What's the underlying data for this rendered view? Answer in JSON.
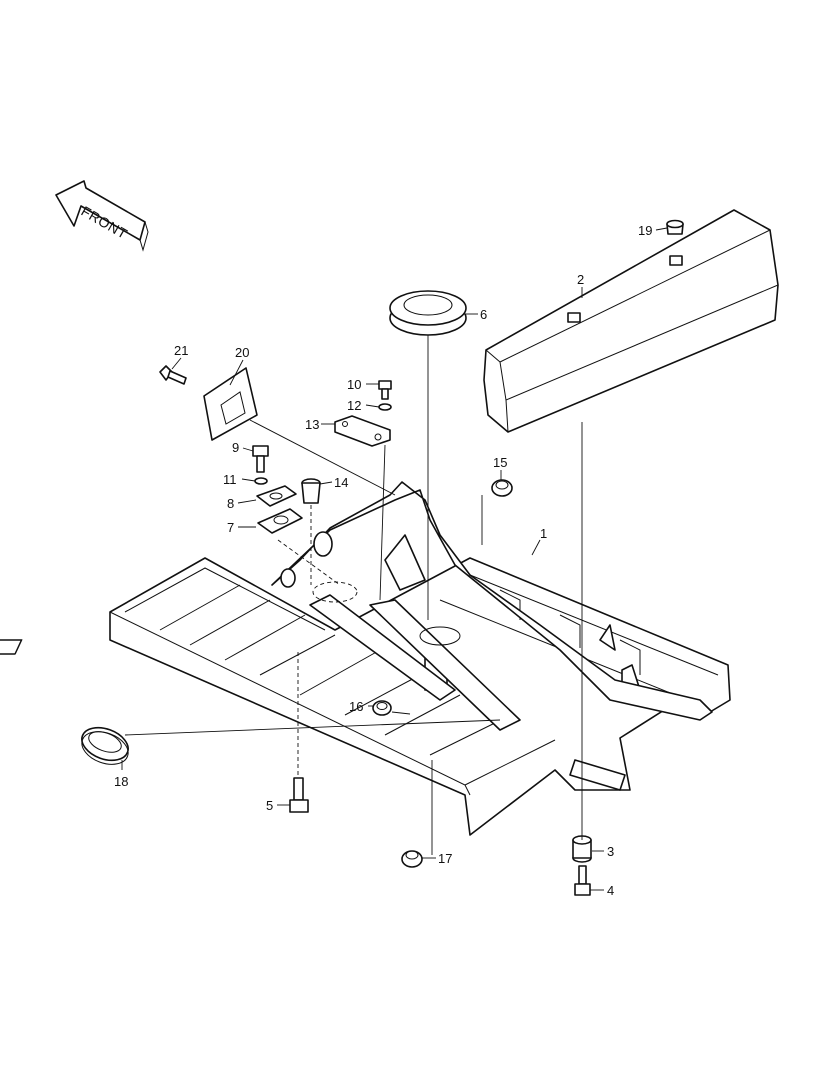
{
  "front_label": "FRONT",
  "callouts": {
    "c1": "1",
    "c2": "2",
    "c3": "3",
    "c4": "4",
    "c5": "5",
    "c6": "6",
    "c7": "7",
    "c8": "8",
    "c9": "9",
    "c10": "10",
    "c11": "11",
    "c12": "12",
    "c13": "13",
    "c14": "14",
    "c15": "15",
    "c16": "16",
    "c17": "17",
    "c18": "18",
    "c19": "19",
    "c20": "20",
    "c21": "21"
  }
}
